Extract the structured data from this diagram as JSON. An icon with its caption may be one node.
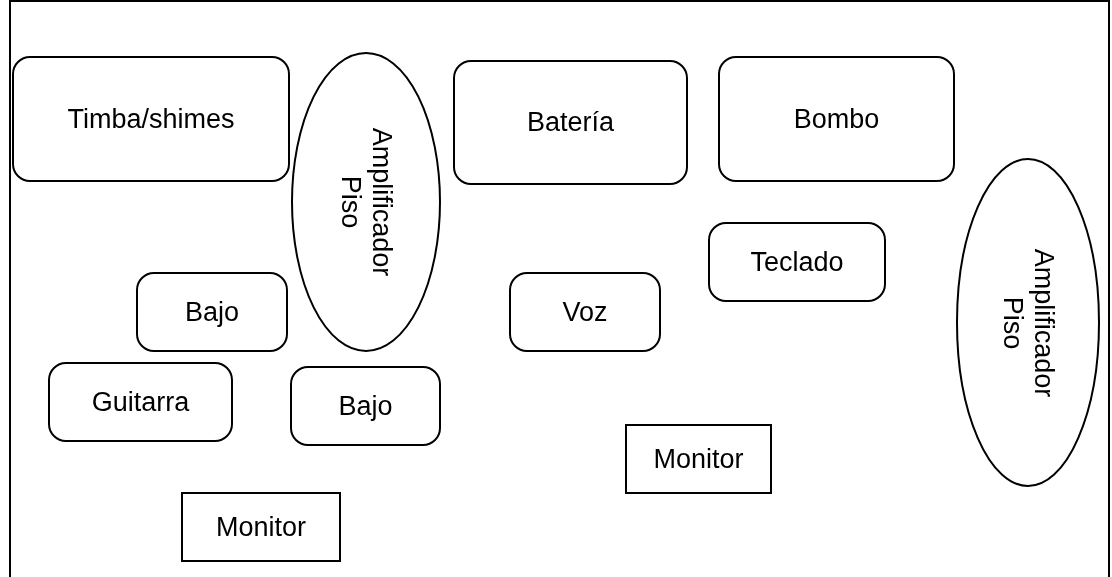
{
  "diagram": {
    "nodes": [
      {
        "text": [
          "Timba/shimes"
        ]
      },
      {
        "text": [
          "Amplificador Piso"
        ]
      },
      {
        "text": [
          "Batería"
        ]
      },
      {
        "text": [
          "Bombo"
        ]
      },
      {
        "text": [
          "Amplificador Piso"
        ]
      },
      {
        "text": [
          "Teclado"
        ]
      },
      {
        "text": [
          "Bajo"
        ]
      },
      {
        "text": [
          "Voz"
        ]
      },
      {
        "text": [
          "Guitarra"
        ]
      },
      {
        "text": [
          "Bajo"
        ]
      },
      {
        "text": [
          "Monitor"
        ]
      },
      {
        "text": [
          "Monitor"
        ]
      }
    ],
    "edges": []
  }
}
